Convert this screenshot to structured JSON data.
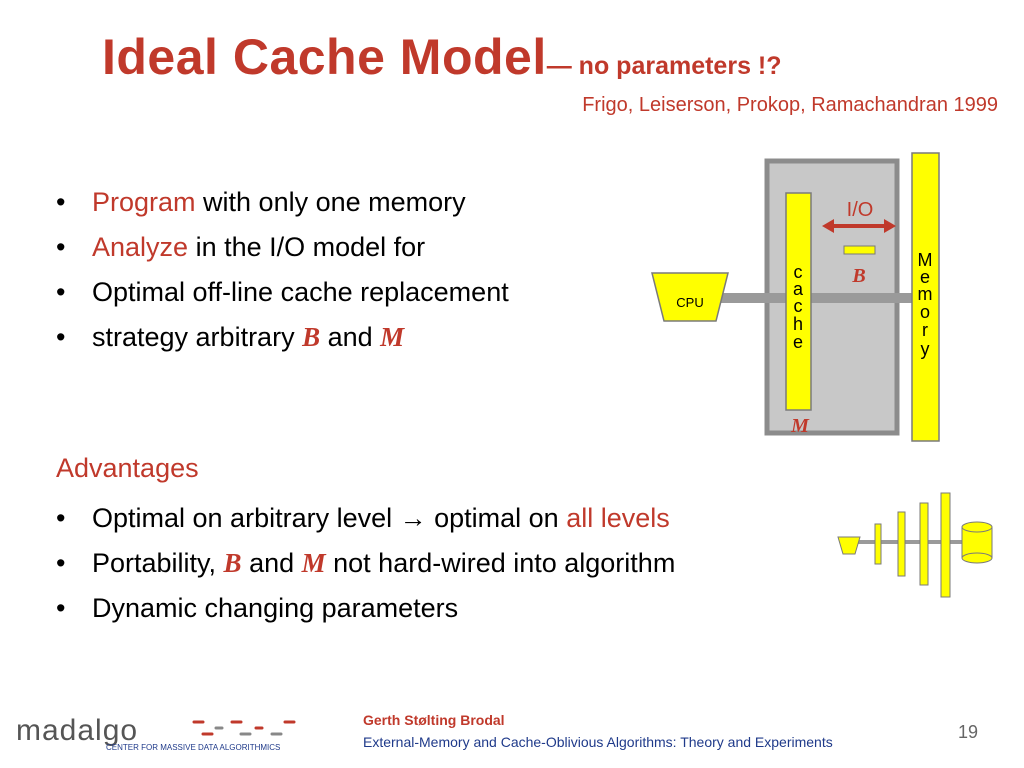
{
  "slide": {
    "title_main": "Ideal Cache Model",
    "title_suffix": "— no parameters !?",
    "citation": "Frigo, Leiserson, Prokop, Ramachandran 1999",
    "bullets_top": [
      {
        "highlight": "Program",
        "rest": " with only one memory"
      },
      {
        "highlight": "Analyze",
        "rest": " in the I/O model for"
      },
      {
        "text": "Optimal off-line cache replacement"
      },
      {
        "pre": "strategy arbitrary ",
        "var1": "B",
        "mid": " and ",
        "var2": "M"
      }
    ],
    "advantages_heading": "Advantages",
    "bullets_bottom": [
      {
        "pre": "Optimal on arbitrary level → optimal on ",
        "highlight": "all levels"
      },
      {
        "pre": "Portability, ",
        "var1": "B",
        "mid": " and ",
        "var2": "M",
        "post": " not hard-wired into algorithm"
      },
      {
        "text": "Dynamic changing parameters"
      }
    ]
  },
  "diagram": {
    "cpu_label": "CPU",
    "cache_label": [
      "c",
      "a",
      "c",
      "h",
      "e"
    ],
    "memory_label": [
      "M",
      "e",
      "m",
      "o",
      "r",
      "y"
    ],
    "io_label": "I/O",
    "block_label": "B",
    "cache_size_label": "M",
    "colors": {
      "yellow": "#ffff00",
      "box_gray": "#c8c8c8",
      "border_gray": "#8c8c8c",
      "arrow_red": "#c0392b"
    }
  },
  "footer": {
    "logo_text": "madalgo",
    "logo_tagline": "CENTER FOR MASSIVE DATA ALGORITHMICS",
    "author": "Gerth Stølting Brodal",
    "subtitle": "External-Memory and Cache-Oblivious Algorithms: Theory and Experiments",
    "page_number": "19"
  }
}
